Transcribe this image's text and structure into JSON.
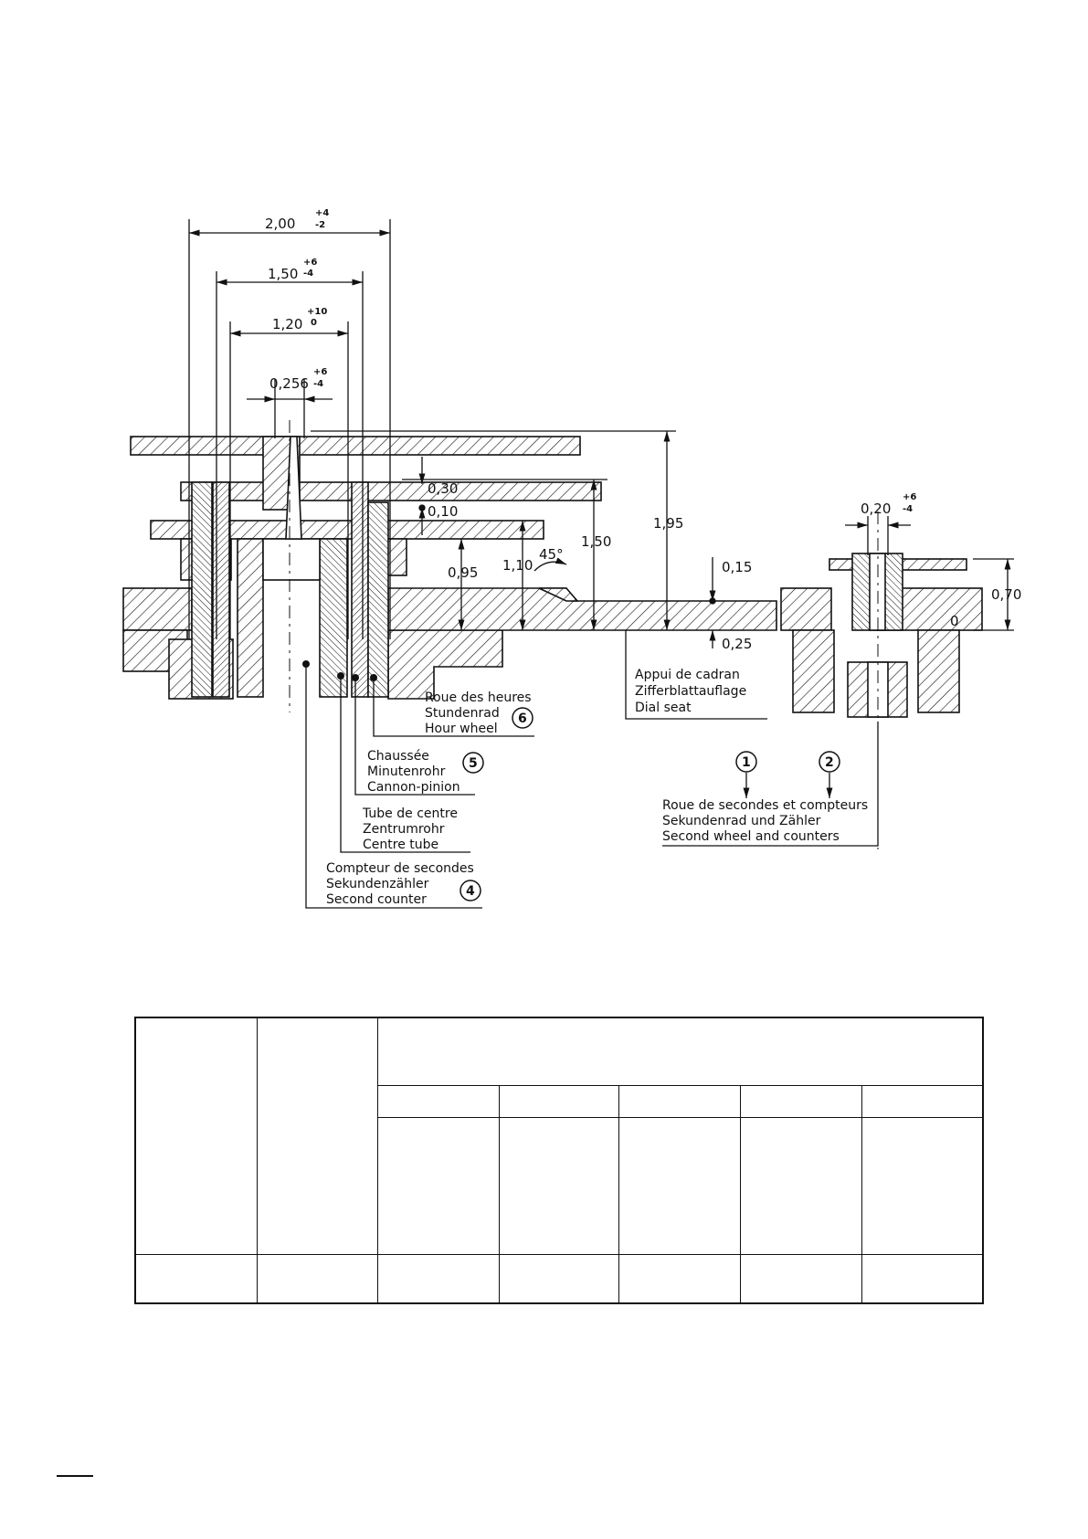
{
  "dimensions": {
    "d200": {
      "value": "2,00",
      "upper": "+4",
      "lower": "-2"
    },
    "d150": {
      "value": "1,50",
      "upper": "+6",
      "lower": "-4"
    },
    "d120": {
      "value": "1,20",
      "upper": "+10",
      "lower": "0"
    },
    "d0256": {
      "value": "0,256",
      "upper": "+6",
      "lower": "-4"
    },
    "d020": {
      "value": "0,20",
      "upper": "+6",
      "lower": "-4"
    },
    "h030": "0,30",
    "h010": "0,10",
    "h095": "0,95",
    "h110": "1,10",
    "angle": "45°",
    "h150": "1,50",
    "h195": "1,95",
    "h015": "0,15",
    "h025": "0,25",
    "h070": "0,70",
    "zero_mark": "0"
  },
  "labels": {
    "dial_seat": [
      "Appui de cadran",
      "Zifferblattauflage",
      "Dial seat"
    ],
    "hour_wheel": {
      "lines": [
        "Roue des heures",
        "Stundenrad",
        "Hour wheel"
      ],
      "number": "6"
    },
    "cannon_pinion": {
      "lines": [
        "Chaussée",
        "Minutenrohr",
        "Cannon-pinion"
      ],
      "number": "5"
    },
    "centre_tube": {
      "lines": [
        "Tube de centre",
        "Zentrumrohr",
        "Centre tube"
      ]
    },
    "second_counter": {
      "lines": [
        "Compteur  de secondes",
        "Sekundenzähler",
        "Second   counter"
      ],
      "number": "4"
    },
    "second_wheel": {
      "lines": [
        "Roue de secondes et compteurs",
        "Sekundenrad und Zähler",
        "Second wheel and counters"
      ],
      "numbers": [
        "1",
        "2"
      ]
    }
  },
  "table": {
    "header_row": [
      "",
      "",
      ""
    ],
    "sub_header": [
      "",
      "",
      "",
      "",
      ""
    ],
    "body_row": [
      "",
      "",
      "",
      "",
      ""
    ],
    "bottom_row": [
      "",
      "",
      "",
      "",
      "",
      "",
      ""
    ]
  }
}
